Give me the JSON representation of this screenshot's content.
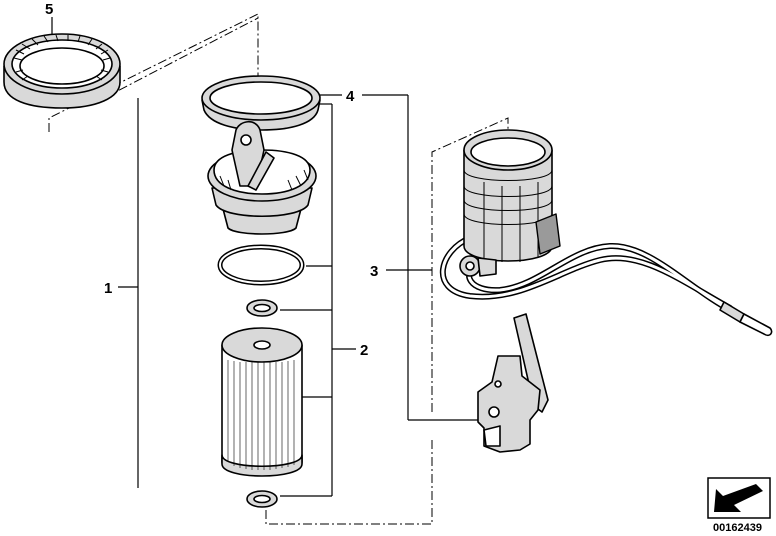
{
  "callouts": {
    "item_1": "1",
    "item_2": "2",
    "item_3": "3",
    "item_4": "4",
    "item_5": "5"
  },
  "document_number": "00162439",
  "icons": {
    "direction_arrow": "arrow-down-left-icon"
  },
  "colors": {
    "line": "#000000",
    "part_fill": "#d9d9d9",
    "background": "#ffffff"
  }
}
